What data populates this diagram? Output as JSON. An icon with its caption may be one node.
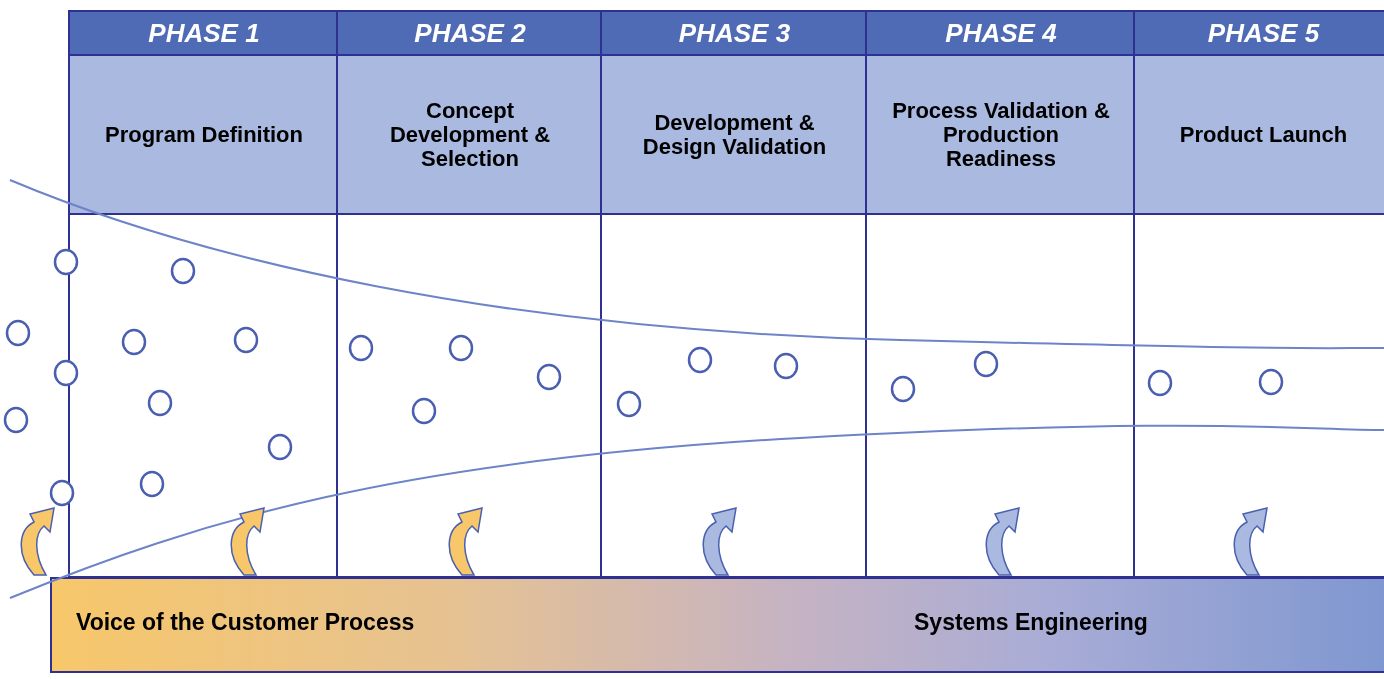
{
  "diagram": {
    "nodes": [
      {
        "text": [
          "PHASE 1",
          "Program Definition"
        ]
      },
      {
        "text": [
          "PHASE 2",
          "Concept Development & Selection"
        ]
      },
      {
        "text": [
          "PHASE 3",
          "Development & Design Validation"
        ]
      },
      {
        "text": [
          "PHASE 4",
          "Process Validation & Production Readiness"
        ]
      },
      {
        "text": [
          "PHASE 5",
          "Product Launch"
        ]
      },
      {
        "text": [
          "Voice of the Customer Process",
          "Systems Engineering"
        ]
      }
    ],
    "edges": []
  }
}
